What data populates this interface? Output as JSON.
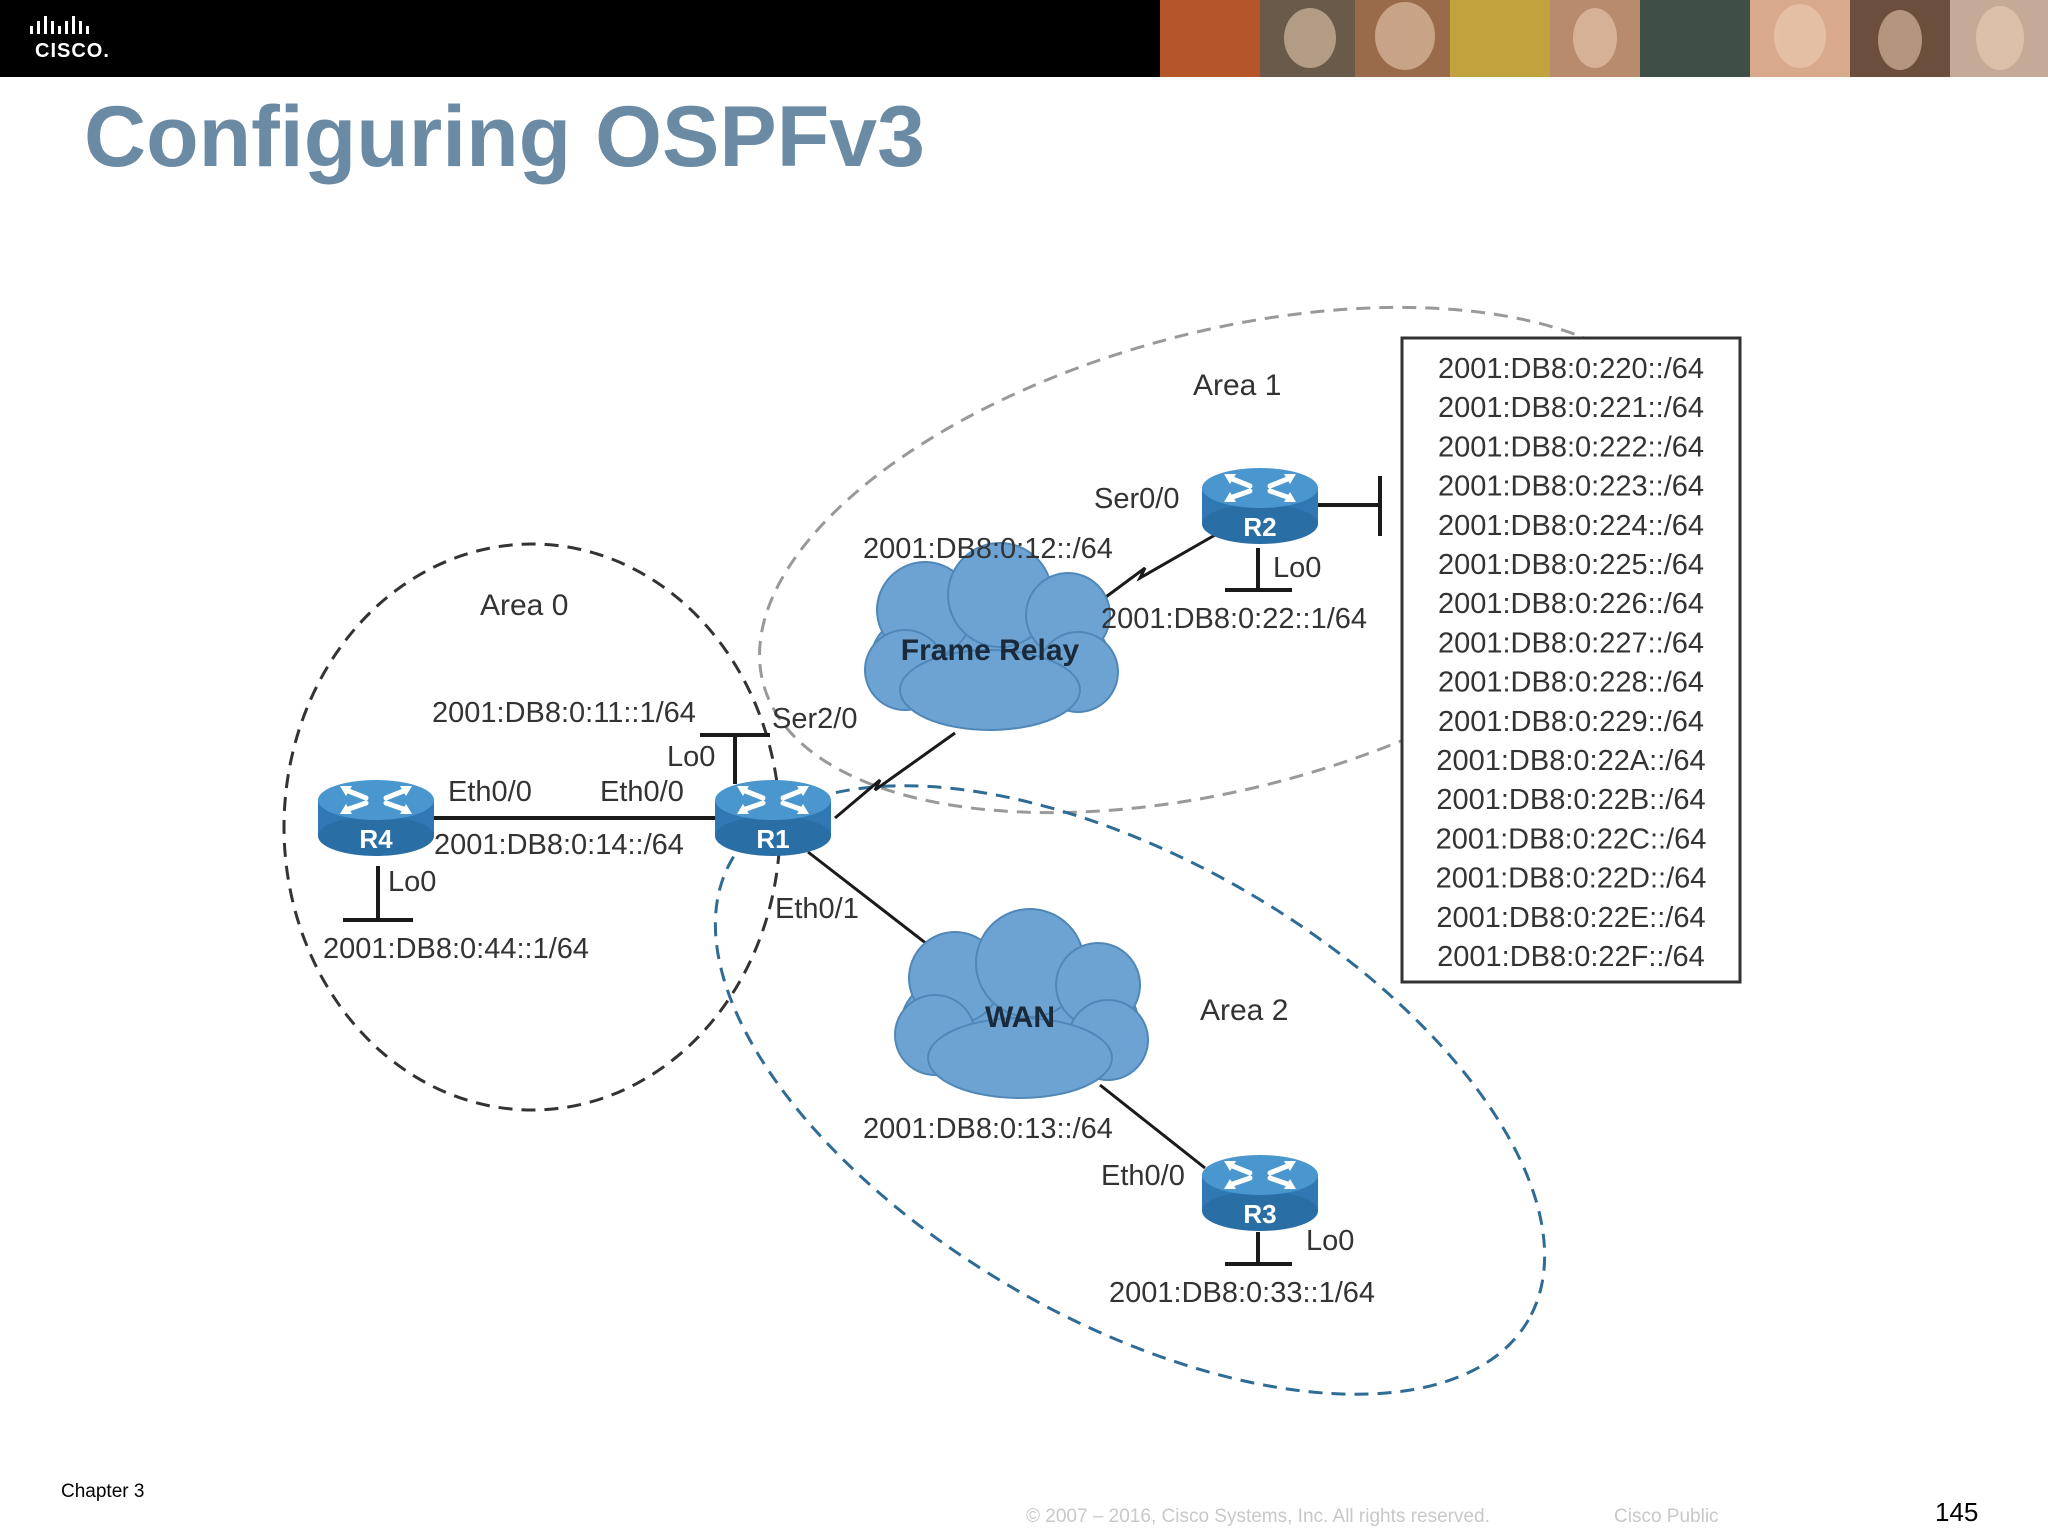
{
  "header": {
    "logo_text": "CISCO.",
    "brand_color": "#000000",
    "photo_icons": [
      "person-photo-1",
      "person-photo-2",
      "person-photo-3",
      "person-photo-4",
      "person-photo-5",
      "person-photo-6",
      "person-photo-7",
      "person-photo-8",
      "person-photo-9"
    ]
  },
  "slide": {
    "title": "Configuring OSPFv3",
    "title_color": "#6b8aa3"
  },
  "diagram": {
    "areas": {
      "area0": "Area 0",
      "area1": "Area 1",
      "area2": "Area 2"
    },
    "clouds": {
      "frame_relay": "Frame Relay",
      "wan": "WAN"
    },
    "routers": {
      "r1": "R1",
      "r2": "R2",
      "r3": "R3",
      "r4": "R4"
    },
    "router_color": "#3d86bf",
    "cloud_color": "#6ca3d3",
    "labels": {
      "r1_lo0_addr": "2001:DB8:0:11::1/64",
      "r1_lo0": "Lo0",
      "r1_ser": "Ser2/0",
      "r1_eth0": "Eth0/0",
      "r1_eth1": "Eth0/1",
      "r4_eth0": "Eth0/0",
      "r1_r4_net": "2001:DB8:0:14::/64",
      "r4_lo0": "Lo0",
      "r4_lo0_addr": "2001:DB8:0:44::1/64",
      "fr_net": "2001:DB8:0:12::/64",
      "r2_ser": "Ser0/0",
      "r2_lo0": "Lo0",
      "r2_lo0_addr": "2001:DB8:0:22::1/64",
      "wan_net": "2001:DB8:0:13::/64",
      "r3_eth": "Eth0/0",
      "r3_lo0": "Lo0",
      "r3_lo0_addr": "2001:DB8:0:33::1/64"
    },
    "prefixes": [
      "2001:DB8:0:220::/64",
      "2001:DB8:0:221::/64",
      "2001:DB8:0:222::/64",
      "2001:DB8:0:223::/64",
      "2001:DB8:0:224::/64",
      "2001:DB8:0:225::/64",
      "2001:DB8:0:226::/64",
      "2001:DB8:0:227::/64",
      "2001:DB8:0:228::/64",
      "2001:DB8:0:229::/64",
      "2001:DB8:0:22A::/64",
      "2001:DB8:0:22B::/64",
      "2001:DB8:0:22C::/64",
      "2001:DB8:0:22D::/64",
      "2001:DB8:0:22E::/64",
      "2001:DB8:0:22F::/64"
    ]
  },
  "footer": {
    "chapter": "Chapter 3",
    "copyright": "© 2007 – 2016, Cisco Systems, Inc. All rights reserved.",
    "classification": "Cisco Public",
    "page_number": "145"
  }
}
